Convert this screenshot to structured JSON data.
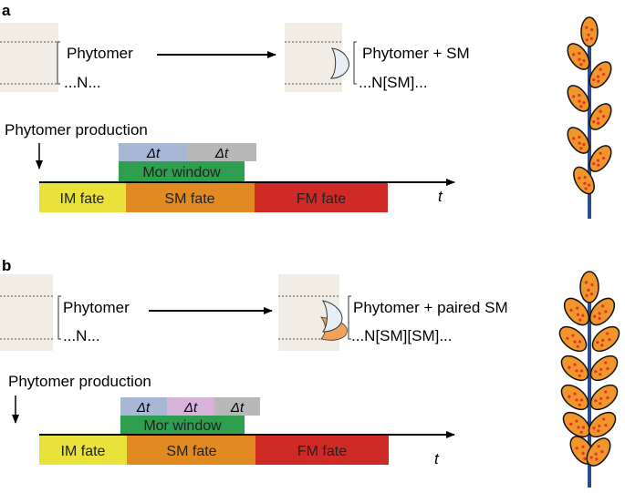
{
  "panel_a": {
    "label": "a",
    "left_top": "Phytomer",
    "left_bottom": "...N...",
    "right_top": "Phytomer + SM",
    "right_bottom": "...N[SM]...",
    "production": "Phytomer production",
    "delta_t": [
      "Δt",
      "Δt"
    ],
    "window": "Mor window",
    "fates": [
      "IM fate",
      "SM fate",
      "FM fate"
    ],
    "time": "t"
  },
  "panel_b": {
    "label": "b",
    "left_top": "Phytomer",
    "left_bottom": "...N...",
    "right_top": "Phytomer + paired SM",
    "right_bottom": "...N[SM][SM]...",
    "production": "Phytomer production",
    "delta_t": [
      "Δt",
      "Δt",
      "Δt"
    ],
    "window": "Mor window",
    "fates": [
      "IM fate",
      "SM fate",
      "FM fate"
    ],
    "time": "t"
  },
  "colors": {
    "im_fate": "#e8e23a",
    "sm_fate": "#e18a22",
    "fm_fate": "#cf2a26",
    "mor_window": "#2e9e4f",
    "delta_blue": "#a7b7d6",
    "delta_purple": "#d7b3da",
    "delta_grey": "#b8b8b8",
    "phytomer_box": "#f1ece4",
    "grain": "#f0962a",
    "grain_dot": "#e0362a",
    "stem": "#2d4a8a"
  }
}
